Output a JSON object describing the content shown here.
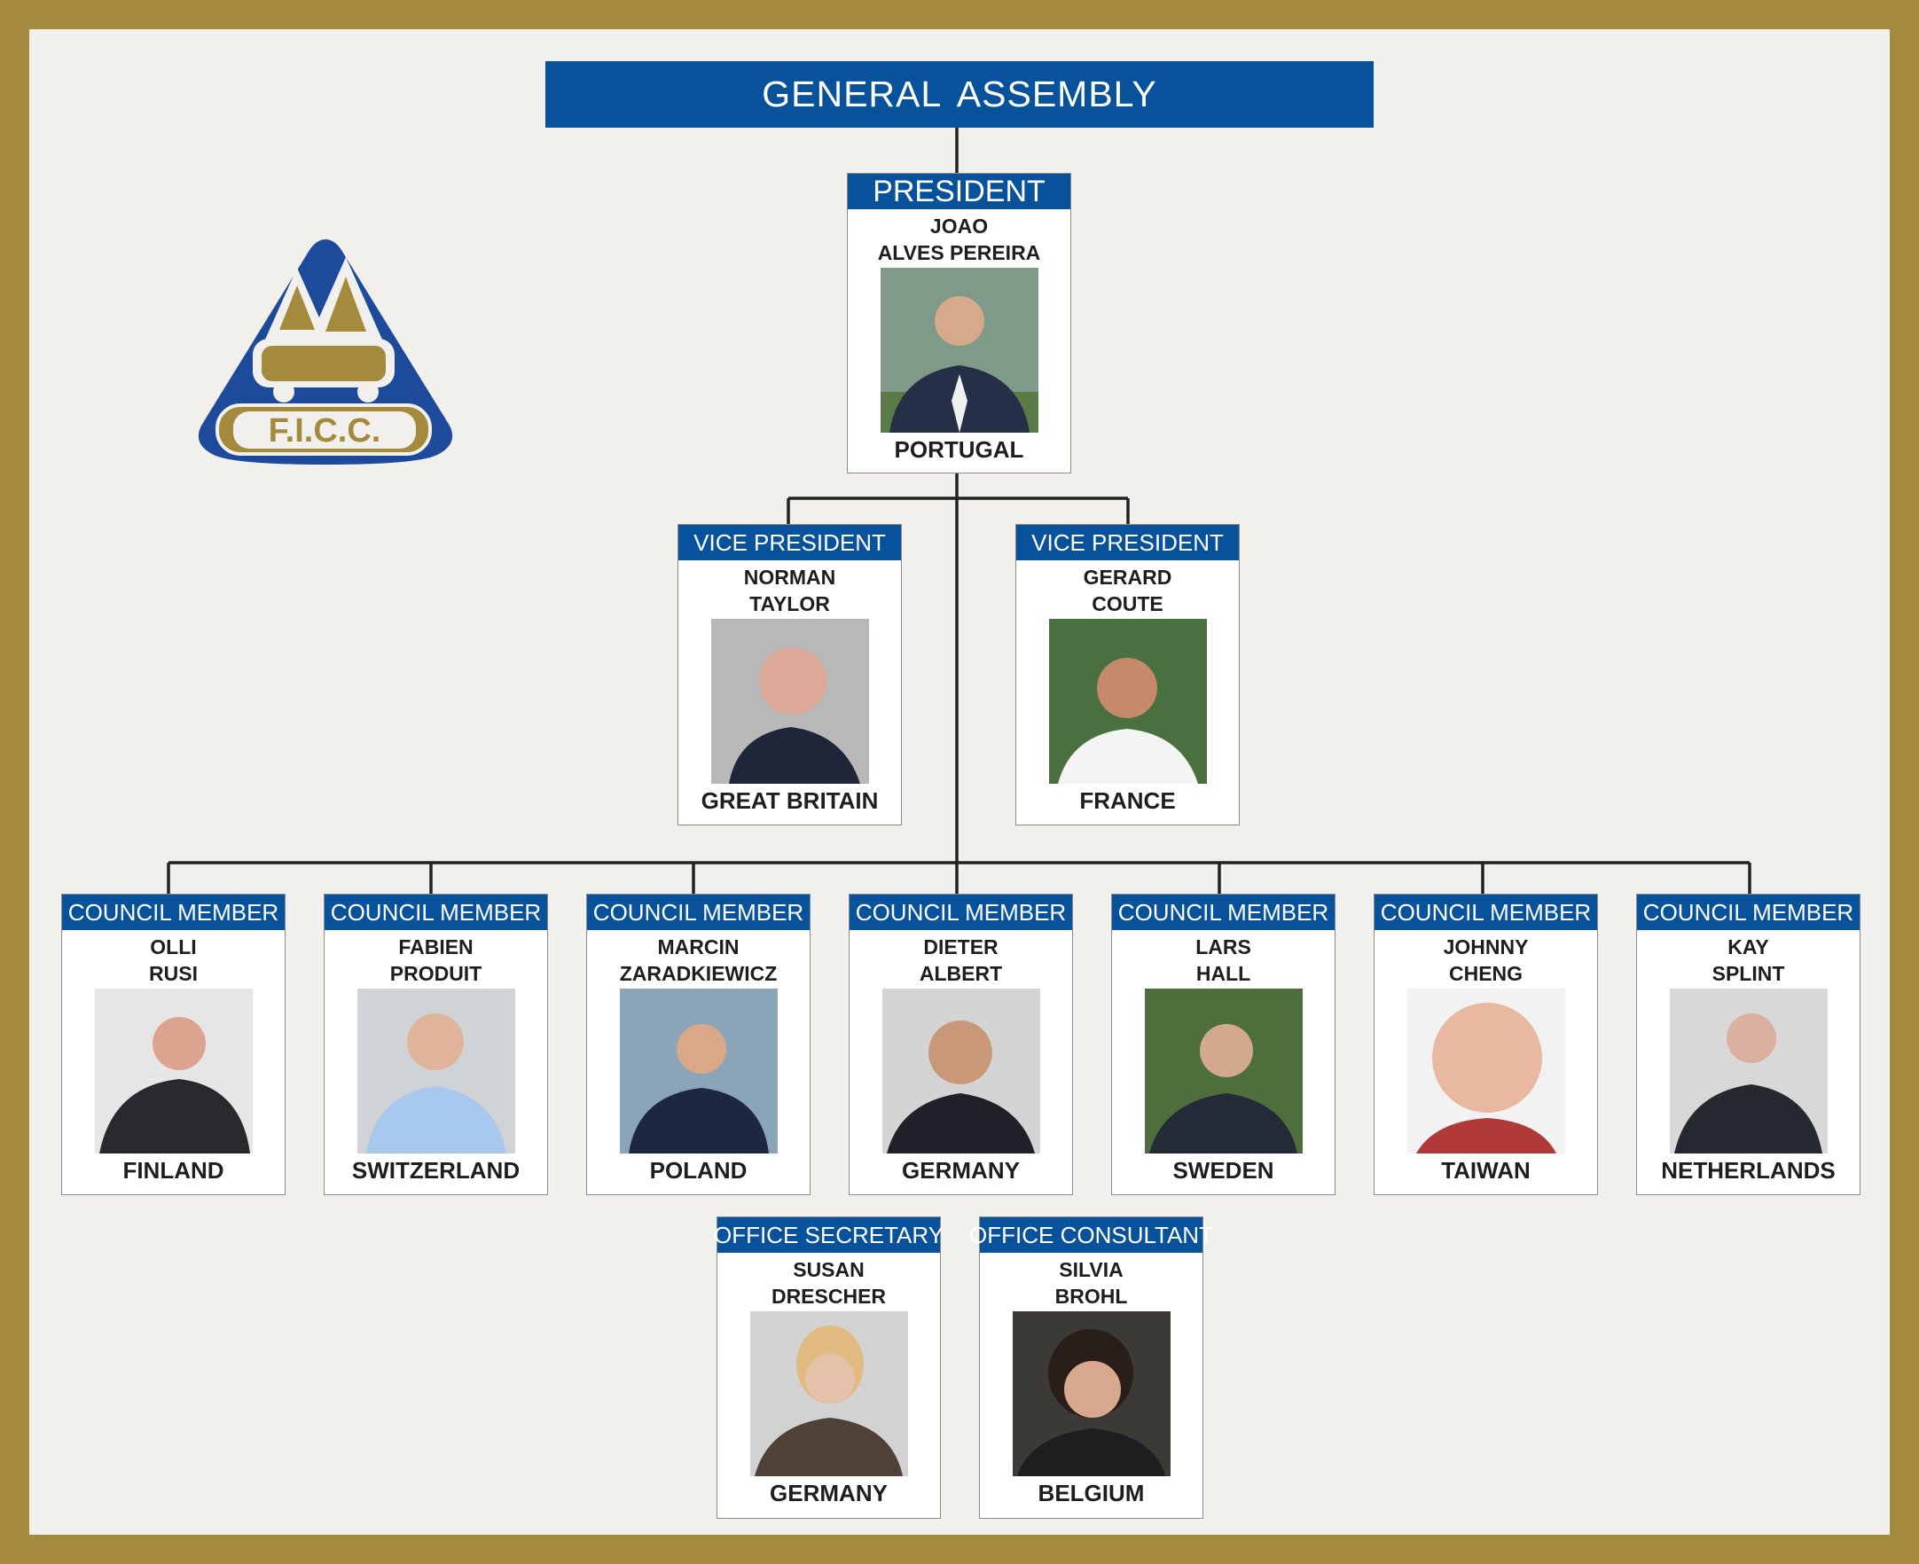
{
  "top": {
    "title": "GENERAL  ASSEMBLY"
  },
  "logo": {
    "text": "F.I.C.C."
  },
  "president": {
    "role": "PRESIDENT",
    "name1": "JOAO",
    "name2": "ALVES PEREIRA",
    "country": "PORTUGAL"
  },
  "vice_presidents": [
    {
      "role": "VICE PRESIDENT",
      "name1": "NORMAN",
      "name2": "TAYLOR",
      "country": "GREAT BRITAIN"
    },
    {
      "role": "VICE PRESIDENT",
      "name1": "GERARD",
      "name2": "COUTE",
      "country": "FRANCE"
    }
  ],
  "council": [
    {
      "role": "COUNCIL MEMBER",
      "name1": "OLLI",
      "name2": "RUSI",
      "country": "FINLAND"
    },
    {
      "role": "COUNCIL MEMBER",
      "name1": "FABIEN",
      "name2": "PRODUIT",
      "country": "SWITZERLAND"
    },
    {
      "role": "COUNCIL MEMBER",
      "name1": "MARCIN",
      "name2": "ZARADKIEWICZ",
      "country": "POLAND"
    },
    {
      "role": "COUNCIL MEMBER",
      "name1": "DIETER",
      "name2": "ALBERT",
      "country": "GERMANY"
    },
    {
      "role": "COUNCIL MEMBER",
      "name1": "LARS",
      "name2": "HALL",
      "country": "SWEDEN"
    },
    {
      "role": "COUNCIL MEMBER",
      "name1": "JOHNNY",
      "name2": "CHENG",
      "country": "TAIWAN"
    },
    {
      "role": "COUNCIL MEMBER",
      "name1": "KAY",
      "name2": "SPLINT",
      "country": "NETHERLANDS"
    }
  ],
  "office": [
    {
      "role": "OFFICE SECRETARY",
      "name1": "SUSAN",
      "name2": "DRESCHER",
      "country": "GERMANY"
    },
    {
      "role": "OFFICE CONSULTANT",
      "name1": "SILVIA",
      "name2": "BROHL",
      "country": "BELGIUM"
    }
  ],
  "colors": {
    "header_blue": "#08519b",
    "frame_gold": "#a38a3c",
    "background": "#f2f0ec"
  }
}
